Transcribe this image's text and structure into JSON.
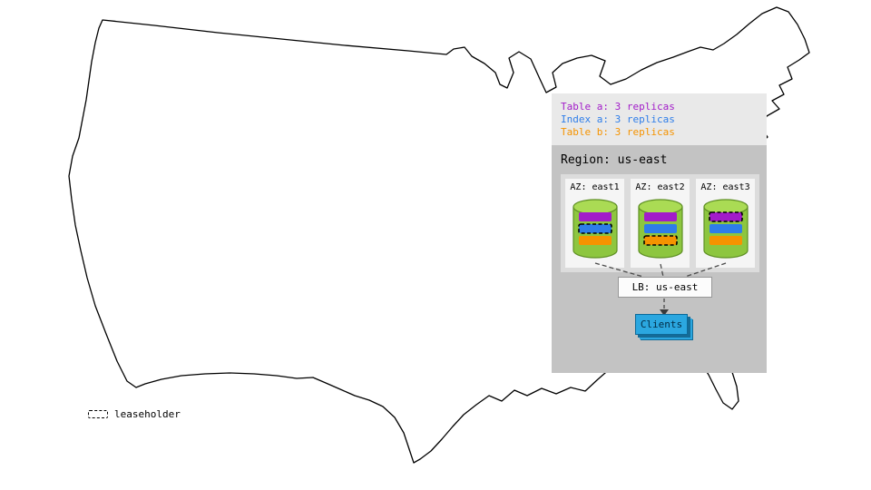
{
  "legend": {
    "items": [
      {
        "key": "tablea",
        "label": "Table a: 3 replicas"
      },
      {
        "key": "indexa",
        "label": "Index a: 3 replicas"
      },
      {
        "key": "tableb",
        "label": "Table b: 3 replicas"
      }
    ],
    "bar_order": [
      "tablea",
      "indexa",
      "tableb"
    ]
  },
  "region": {
    "title": "Region: us-east",
    "azs": [
      {
        "label": "AZ: east1",
        "leaseholder": "indexa"
      },
      {
        "label": "AZ: east2",
        "leaseholder": "tableb"
      },
      {
        "label": "AZ: east3",
        "leaseholder": "tablea"
      }
    ],
    "load_balancer": {
      "label": "LB: us-east"
    },
    "clients": {
      "label": "Clients"
    }
  },
  "map_legend": {
    "leaseholder_label": "leaseholder"
  },
  "colors": {
    "tablea": "#A21CC9",
    "indexa": "#2E7DE9",
    "tableb": "#F59300",
    "cylinder_body": "#8DC63F",
    "cylinder_top": "#AADB54",
    "clients_blue": "#2BA7E0",
    "clients_stack": "#156B96"
  }
}
